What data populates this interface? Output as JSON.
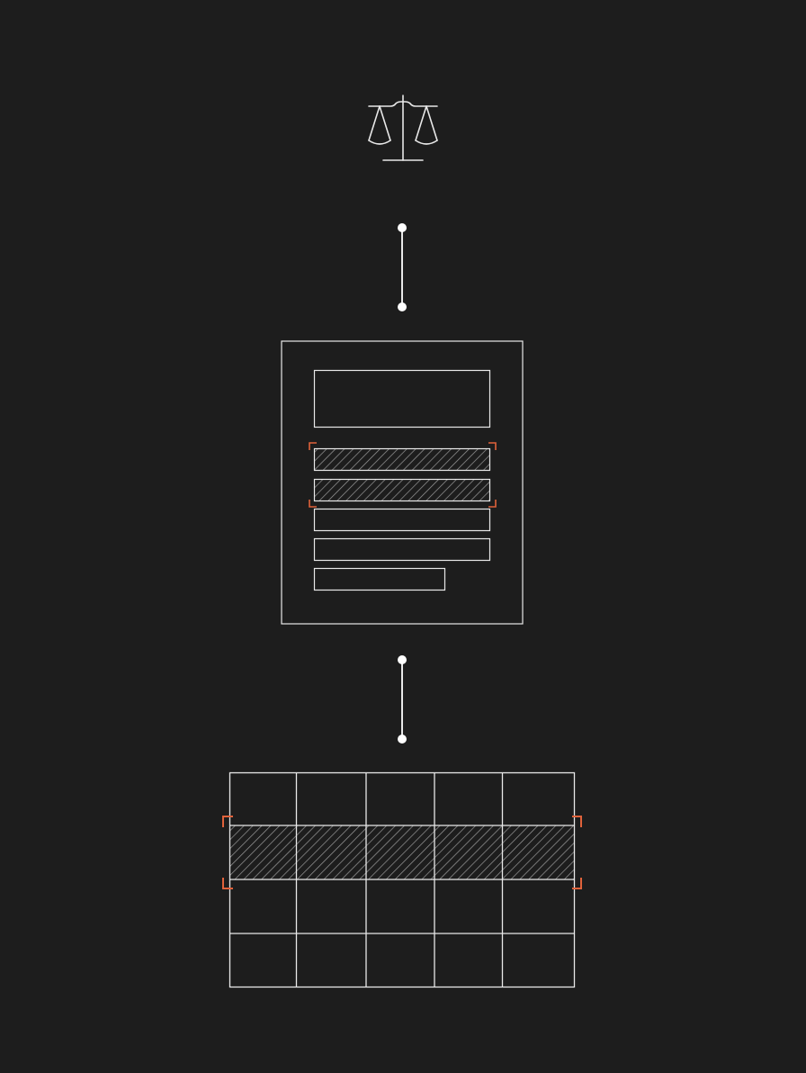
{
  "colors": {
    "background": "#1d1d1d",
    "stroke": "#e8e8e8",
    "accent": "#e0623b",
    "hatch": "#9a9a9a"
  },
  "icons": {
    "top": "balance-scale-icon"
  },
  "document": {
    "line_count": 5,
    "highlighted_lines": [
      1,
      2
    ]
  },
  "table": {
    "rows": 4,
    "columns": 5,
    "highlighted_row": 1
  }
}
